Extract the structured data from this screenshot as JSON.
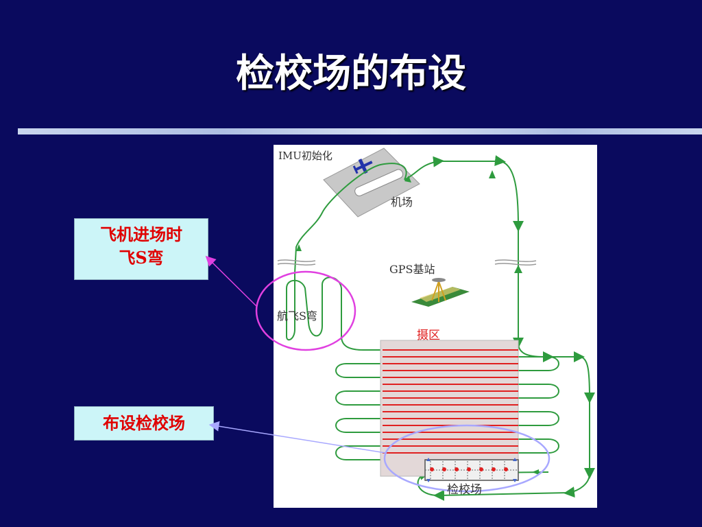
{
  "slide": {
    "title": "检校场的布设"
  },
  "callouts": {
    "approach_line1": "飞机进场时",
    "approach_line2": "飞S弯",
    "calibration": "布设检校场"
  },
  "diagram": {
    "imu_label": "IMU初始化",
    "airport_label": "机场",
    "gps_label": "GPS基站",
    "s_turn_label": "航飞S弯",
    "survey_label": "摄区",
    "calib_label": "检校场"
  },
  "colors": {
    "background": "#0a0a5e",
    "flight_path": "#2e9b3e",
    "strip_lines": "#e02020",
    "highlight_magenta": "#e040e0",
    "highlight_lavender": "#a8a8ff"
  }
}
